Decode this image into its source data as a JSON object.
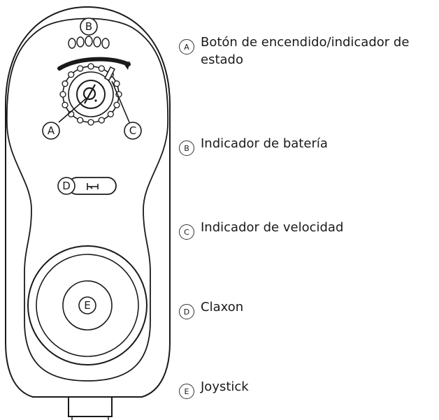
{
  "callouts": {
    "a": "A",
    "b": "B",
    "c": "C",
    "d": "D",
    "e": "E"
  },
  "legend": [
    {
      "letter": "A",
      "text": "Botón de encendido/indicador de estado"
    },
    {
      "letter": "B",
      "text": "Indicador de batería"
    },
    {
      "letter": "C",
      "text": "Indicador de velocidad"
    },
    {
      "letter": "D",
      "text": "Claxon"
    },
    {
      "letter": "E",
      "text": "Joystick"
    }
  ],
  "colors": {
    "line": "#1a1a1a",
    "background": "#ffffff"
  }
}
